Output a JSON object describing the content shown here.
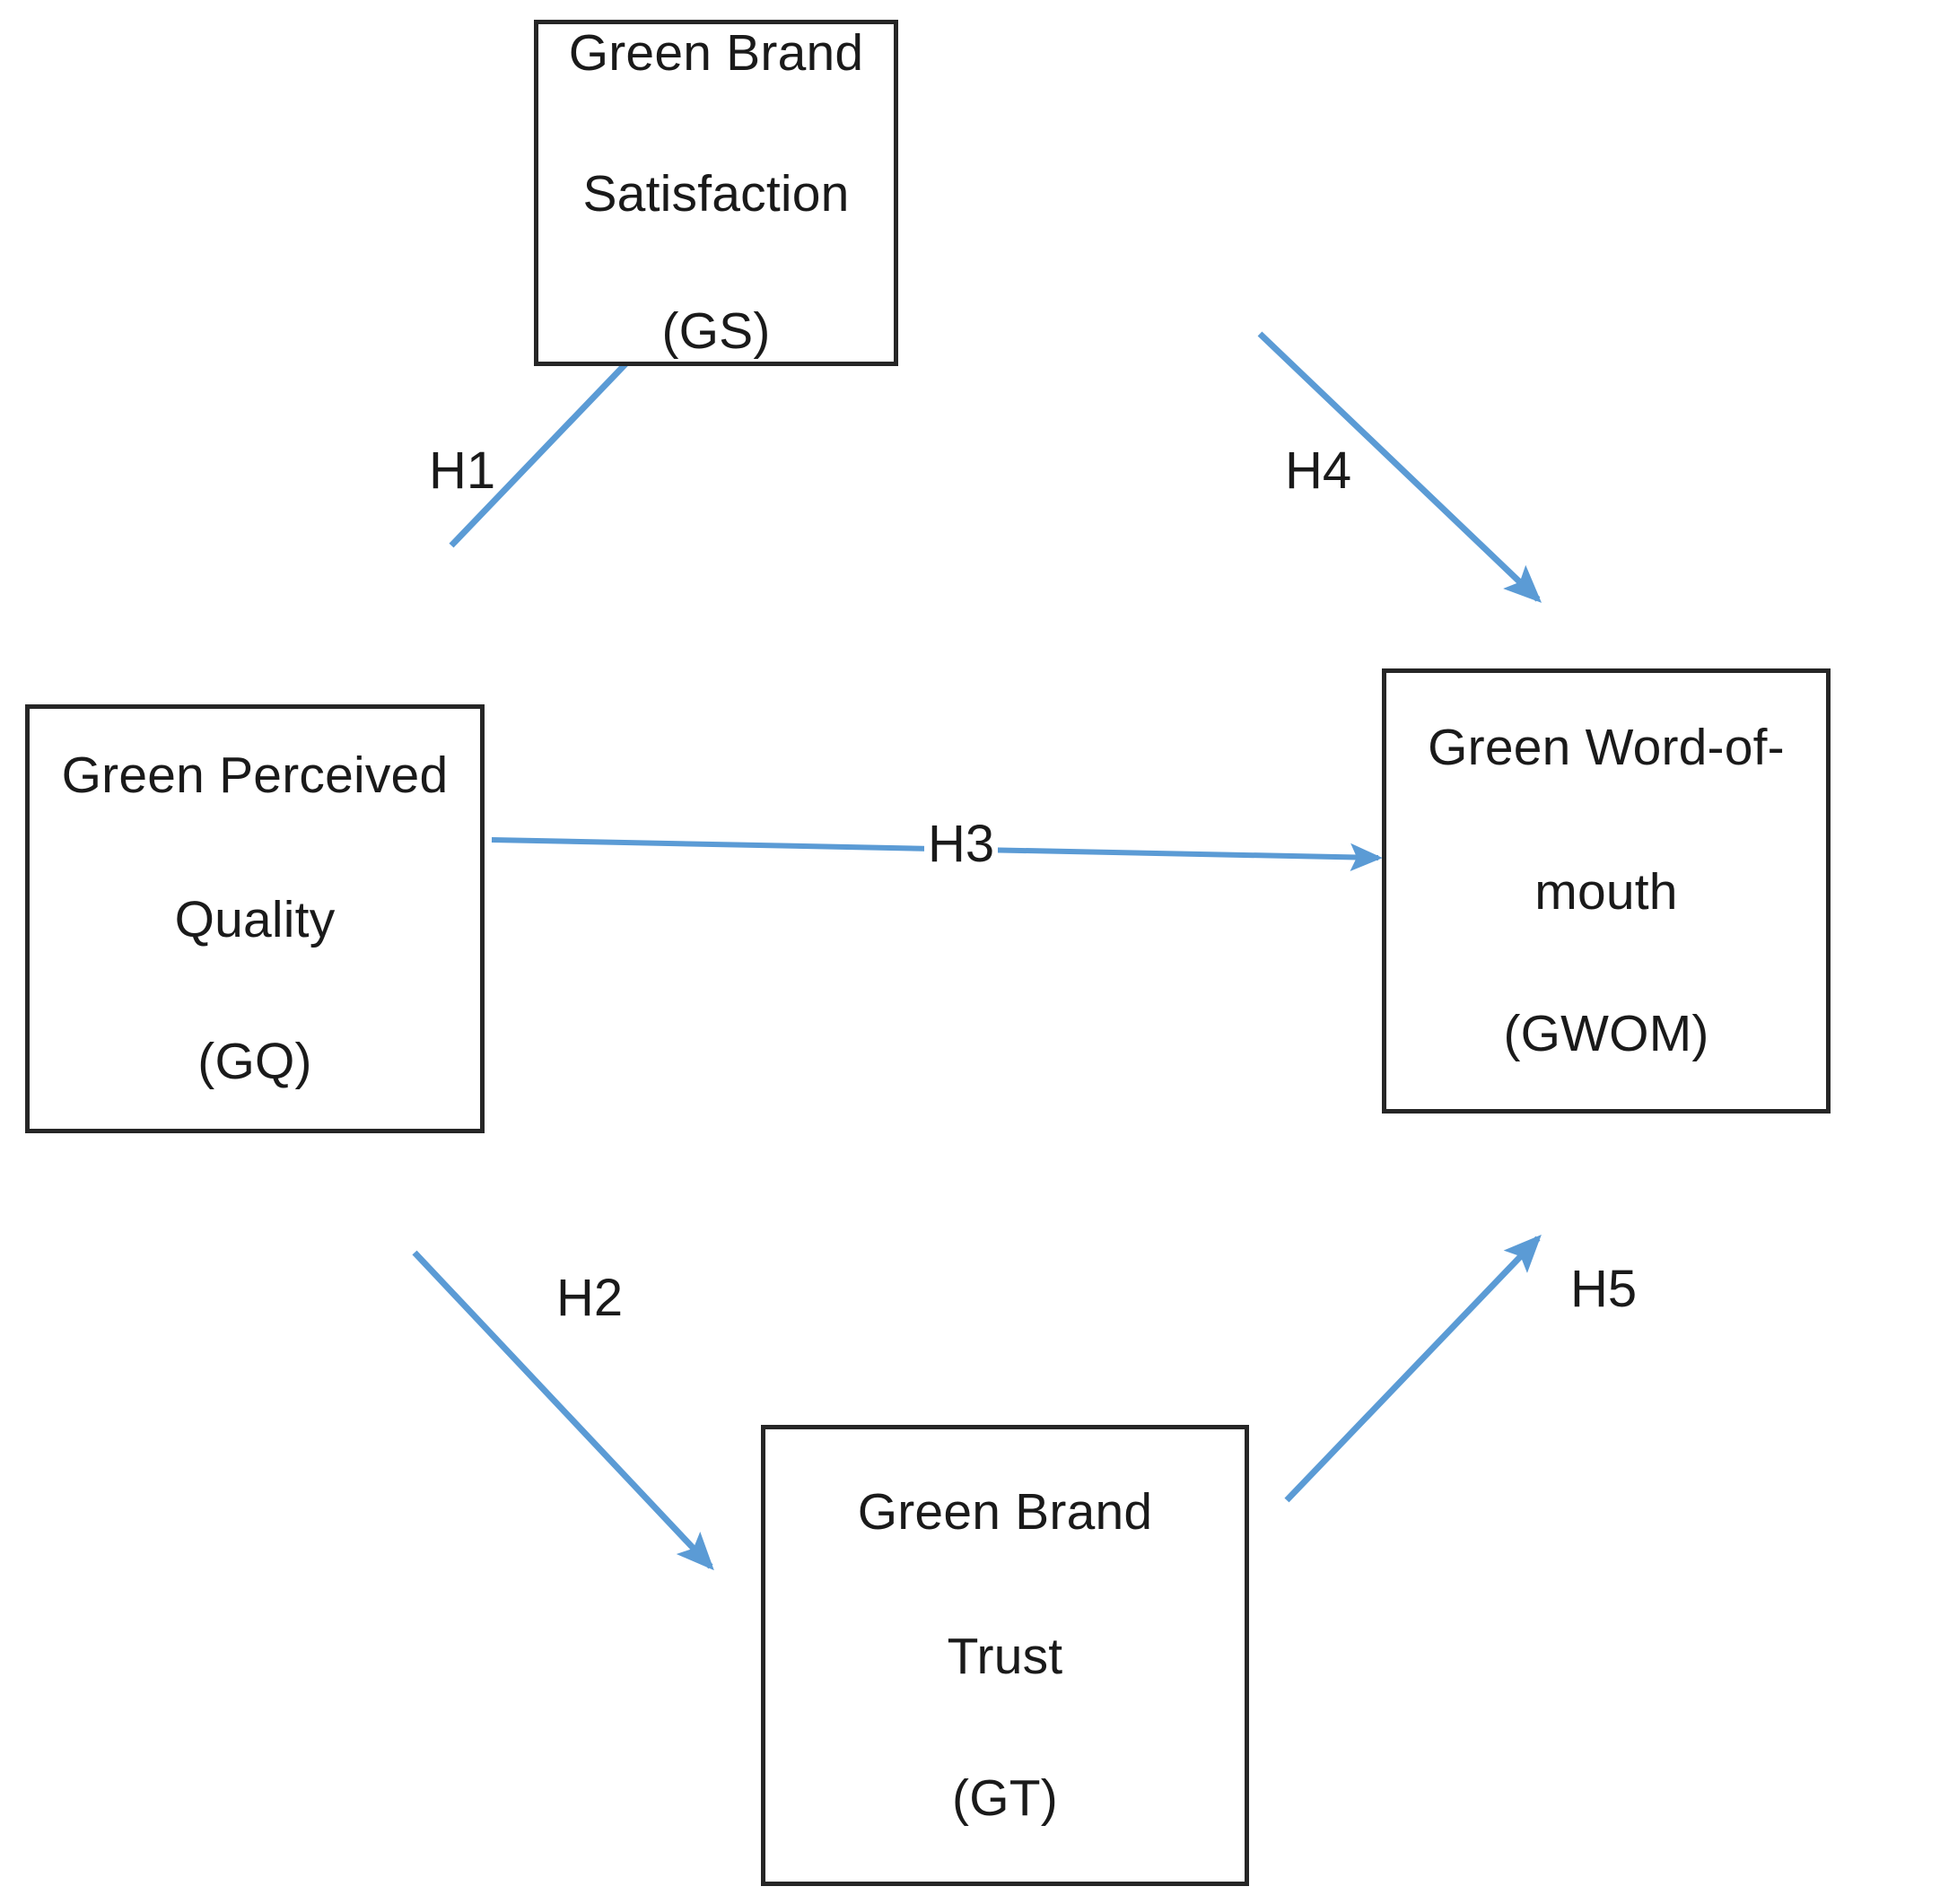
{
  "diagram": {
    "type": "conceptual-model",
    "background_color": "#ffffff",
    "box_border_color": "#262626",
    "arrow_color": "#5B9BD5",
    "text_color": "#1a1a1a",
    "nodes": [
      {
        "id": "GS",
        "line1": "Green Brand",
        "line2": "Satisfaction",
        "abbr": "(GS)",
        "position": "top-center"
      },
      {
        "id": "GQ",
        "line1": "Green Perceived",
        "line2": "Quality",
        "abbr": "(GQ)",
        "position": "middle-left"
      },
      {
        "id": "GWOM",
        "line1": "Green Word-of-",
        "line2": "mouth",
        "abbr": "(GWOM)",
        "position": "middle-right"
      },
      {
        "id": "GT",
        "line1": "Green Brand",
        "line2": "Trust",
        "abbr": "(GT)",
        "position": "bottom-center"
      }
    ],
    "edges": [
      {
        "id": "H1",
        "label": "H1",
        "from": "GQ",
        "to": "GS"
      },
      {
        "id": "H2",
        "label": "H2",
        "from": "GQ",
        "to": "GT"
      },
      {
        "id": "H3",
        "label": "H3",
        "from": "GQ",
        "to": "GWOM"
      },
      {
        "id": "H4",
        "label": "H4",
        "from": "GS",
        "to": "GWOM"
      },
      {
        "id": "H5",
        "label": "H5",
        "from": "GT",
        "to": "GWOM"
      }
    ]
  }
}
